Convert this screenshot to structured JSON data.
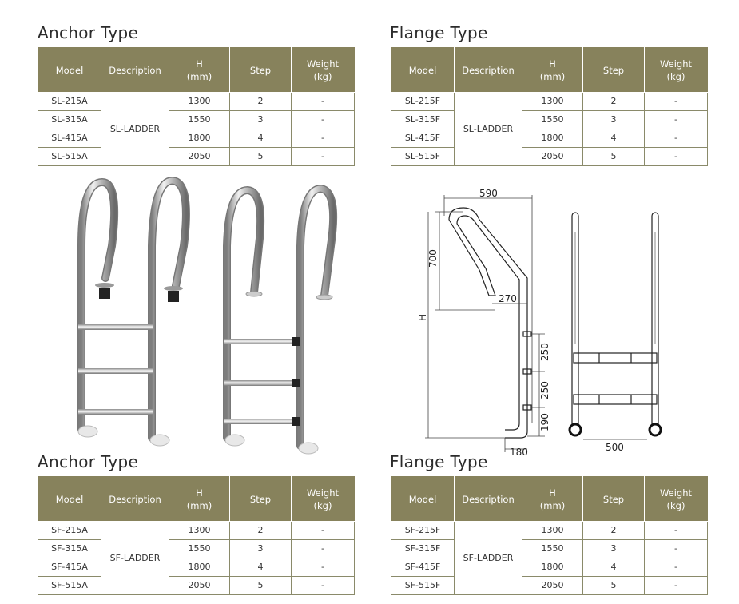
{
  "headers": {
    "model": "Model",
    "description": "Description",
    "h_line1": "H",
    "h_line2": "(mm)",
    "step": "Step",
    "weight_line1": "Weight",
    "weight_line2": "(kg)"
  },
  "anchor_top": {
    "title": "Anchor Type",
    "description": "SL-LADDER",
    "rows": [
      {
        "model": "SL-215A",
        "h": "1300",
        "step": "2",
        "weight": "-"
      },
      {
        "model": "SL-315A",
        "h": "1550",
        "step": "3",
        "weight": "-"
      },
      {
        "model": "SL-415A",
        "h": "1800",
        "step": "4",
        "weight": "-"
      },
      {
        "model": "SL-515A",
        "h": "2050",
        "step": "5",
        "weight": "-"
      }
    ]
  },
  "flange_top": {
    "title": "Flange Type",
    "description": "SL-LADDER",
    "rows": [
      {
        "model": "SL-215F",
        "h": "1300",
        "step": "2",
        "weight": "-"
      },
      {
        "model": "SL-315F",
        "h": "1550",
        "step": "3",
        "weight": "-"
      },
      {
        "model": "SL-415F",
        "h": "1800",
        "step": "4",
        "weight": "-"
      },
      {
        "model": "SL-515F",
        "h": "2050",
        "step": "5",
        "weight": "-"
      }
    ]
  },
  "anchor_bottom": {
    "title": "Anchor Type",
    "description": "SF-LADDER",
    "rows": [
      {
        "model": "SF-215A",
        "h": "1300",
        "step": "2",
        "weight": "-"
      },
      {
        "model": "SF-315A",
        "h": "1550",
        "step": "3",
        "weight": "-"
      },
      {
        "model": "SF-415A",
        "h": "1800",
        "step": "4",
        "weight": "-"
      },
      {
        "model": "SF-515A",
        "h": "2050",
        "step": "5",
        "weight": "-"
      }
    ]
  },
  "flange_bottom": {
    "title": "Flange Type",
    "description": "SF-LADDER",
    "rows": [
      {
        "model": "SF-215F",
        "h": "1300",
        "step": "2",
        "weight": "-"
      },
      {
        "model": "SF-315F",
        "h": "1550",
        "step": "3",
        "weight": "-"
      },
      {
        "model": "SF-415F",
        "h": "1800",
        "step": "4",
        "weight": "-"
      },
      {
        "model": "SF-515F",
        "h": "2050",
        "step": "5",
        "weight": "-"
      }
    ]
  },
  "drawing": {
    "width_top": "590",
    "height_upper": "700",
    "height_total": "H",
    "handrail_offset": "270",
    "step_spacing_1": "250",
    "step_spacing_2": "250",
    "bottom_gap": "190",
    "base_depth": "180",
    "ladder_width": "500"
  },
  "colors": {
    "header_bg": "#87825c",
    "border": "#8a8a6a"
  }
}
